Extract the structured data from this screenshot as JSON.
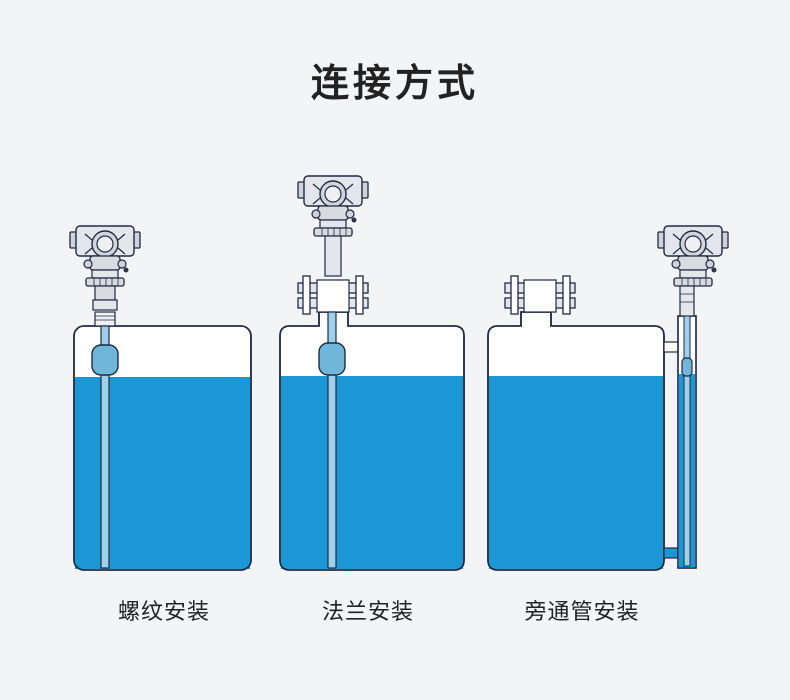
{
  "title": "连接方式",
  "colors": {
    "background": "#f3f4f6",
    "water": "#1b97d5",
    "tank_outline": "#1f2a44",
    "float": "#6fb6d9",
    "transmitter_body": "#dcdfe4"
  },
  "methods": [
    {
      "label": "螺纹安装",
      "icon": "threaded-mount"
    },
    {
      "label": "法兰安装",
      "icon": "flange-mount"
    },
    {
      "label": "旁通管安装",
      "icon": "bypass-pipe-mount"
    }
  ]
}
